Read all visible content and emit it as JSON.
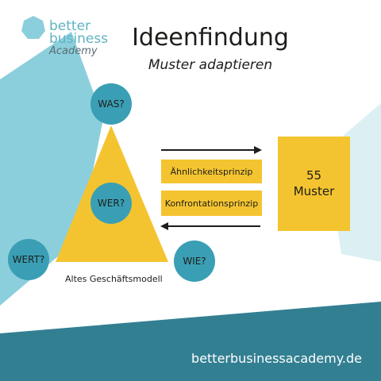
{
  "logo": {
    "line1": "better",
    "line2": "business",
    "line3": "Academy",
    "icon": "heptagon-logo-icon",
    "color": "#8ccfdc"
  },
  "title": "Ideenfindung",
  "subtitle": "Muster adaptieren",
  "triangle": {
    "caption": "Altes Geschäftsmodell",
    "color": "#f4c430",
    "nodes": {
      "top": "WAS?",
      "center": "WER?",
      "left": "WERT?",
      "right": "WIE?"
    }
  },
  "principles": [
    "Ähnlichkeitsprinzip",
    "Konfrontationsprinzip"
  ],
  "muster": {
    "line1": "55",
    "line2": "Muster"
  },
  "footer": {
    "url": "betterbusinessacademy.de",
    "color": "#337f92"
  },
  "colors": {
    "circle": "#3a9fb5",
    "yellow": "#f4c430",
    "light_shape": "#8ccfdc",
    "pale_shape": "#dcf0f3",
    "footer": "#337f92"
  },
  "icons": {
    "right_arrow": "arrow-right-icon",
    "left_arrow": "arrow-left-icon"
  }
}
